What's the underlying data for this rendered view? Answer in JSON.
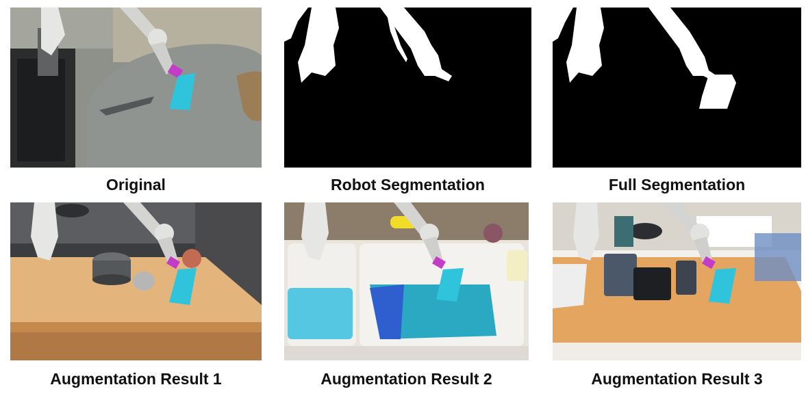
{
  "captions": {
    "original": "Original",
    "robot_segmentation": "Robot Segmentation",
    "full_segmentation": "Full Segmentation",
    "augmentation_1": "Augmentation Result 1",
    "augmentation_2": "Augmentation Result 2",
    "augmentation_3": "Augmentation Result 3"
  },
  "colors": {
    "towel": "#2fc3dc",
    "gripper_tip": "#c33cc8",
    "mask_background": "#000000",
    "mask_foreground": "#ffffff",
    "wood": "#e3b57d"
  }
}
